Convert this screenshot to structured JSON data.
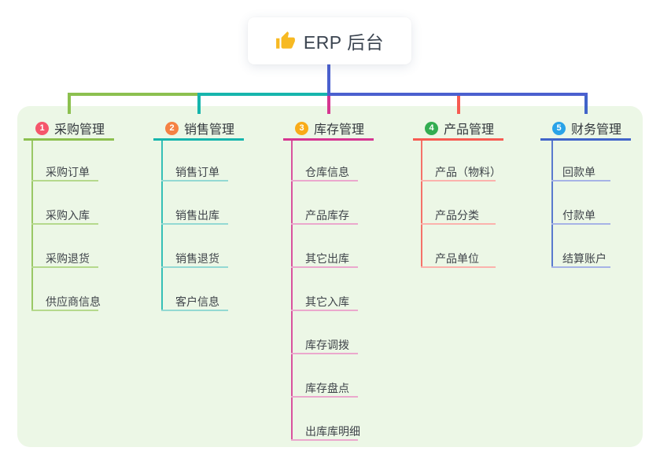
{
  "root": {
    "label": "ERP 后台",
    "icon": "thumbs-up-icon",
    "icon_color": "#f7b922"
  },
  "colors": {
    "page_bg": "#ffffff",
    "panel_bg": "#ecf7e6",
    "trunk_blue": "#4b60cf",
    "root_text": "#3b4450"
  },
  "branches": [
    {
      "index": "1",
      "label": "采购管理",
      "badge_color": "#f5566b",
      "line_color": "#8cc04f",
      "light_color": "#b5d98c",
      "children": [
        "采购订单",
        "采购入库",
        "采购退货",
        "供应商信息"
      ]
    },
    {
      "index": "2",
      "label": "销售管理",
      "badge_color": "#f58143",
      "line_color": "#16b5ad",
      "light_color": "#93d9d3",
      "children": [
        "销售订单",
        "销售出库",
        "销售退货",
        "客户信息"
      ]
    },
    {
      "index": "3",
      "label": "库存管理",
      "badge_color": "#f9ab18",
      "line_color": "#d63691",
      "light_color": "#eba8cd",
      "children": [
        "仓库信息",
        "产品库存",
        "其它出库",
        "其它入库",
        "库存调拨",
        "库存盘点",
        "出库库明细"
      ]
    },
    {
      "index": "4",
      "label": "产品管理",
      "badge_color": "#33ad51",
      "line_color": "#f75b52",
      "light_color": "#fbb2ac",
      "children": [
        "产品（物料）",
        "产品分类",
        "产品单位"
      ]
    },
    {
      "index": "5",
      "label": "财务管理",
      "badge_color": "#2aa3e8",
      "line_color": "#4164c9",
      "light_color": "#a6b3e6",
      "children": [
        "回款单",
        "付款单",
        "结算账户"
      ]
    }
  ]
}
